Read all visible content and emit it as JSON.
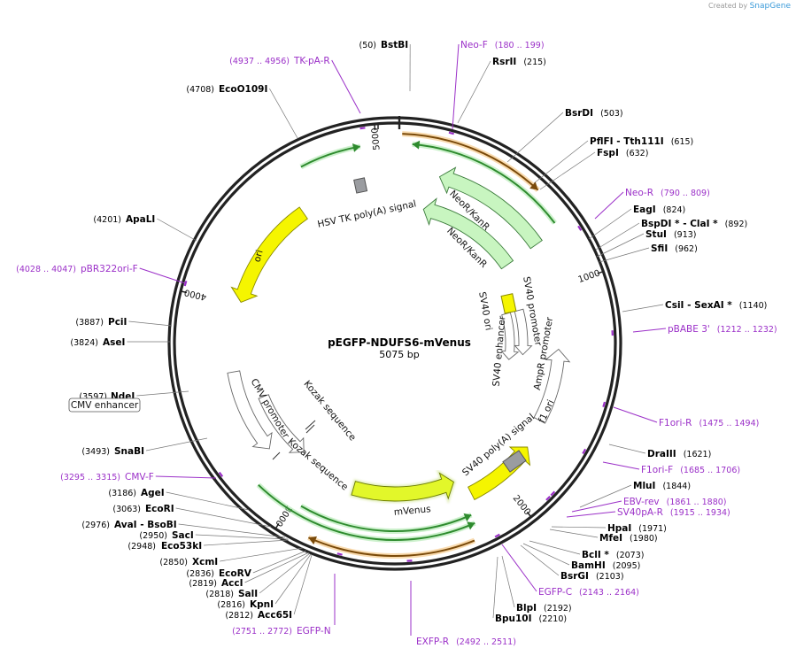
{
  "credit": {
    "prefix": "Created by",
    "brand": "SnapGene"
  },
  "plasmid": {
    "name": "pEGFP-NDUFS6-mVenus",
    "size_label": "5075 bp",
    "length": 5075
  },
  "ticks": [
    {
      "pos": 1000,
      "label": "1000"
    },
    {
      "pos": 2000,
      "label": "2000"
    },
    {
      "pos": 3000,
      "label": "3000"
    },
    {
      "pos": 4000,
      "label": "4000"
    },
    {
      "pos": 5000,
      "label": "5000"
    }
  ],
  "colors": {
    "primer": "#9b30c8",
    "ring": "#222222",
    "yellow": "#f5f500",
    "green_feature": "#c8f5c0",
    "orange_highlight": "#f4b860",
    "gray_feature": "#9a9ca0"
  },
  "enzymes": [
    {
      "name": "BstBI",
      "pos": "(50)"
    },
    {
      "name": "RsrII",
      "pos": "(215)"
    },
    {
      "name": "BsrDI",
      "pos": "(503)"
    },
    {
      "name": "PflFI - Tth111I",
      "pos": "(615)"
    },
    {
      "name": "FspI",
      "pos": "(632)"
    },
    {
      "name": "EagI",
      "pos": "(824)"
    },
    {
      "name": "BspDI * - ClaI *",
      "pos": "(892)"
    },
    {
      "name": "StuI",
      "pos": "(913)"
    },
    {
      "name": "SfiI",
      "pos": "(962)"
    },
    {
      "name": "CsiI - SexAI *",
      "pos": "(1140)"
    },
    {
      "name": "DraIII",
      "pos": "(1621)"
    },
    {
      "name": "MluI",
      "pos": "(1844)"
    },
    {
      "name": "HpaI",
      "pos": "(1971)"
    },
    {
      "name": "MfeI",
      "pos": "(1980)"
    },
    {
      "name": "BclI *",
      "pos": "(2073)"
    },
    {
      "name": "BamHI",
      "pos": "(2095)"
    },
    {
      "name": "BsrGI",
      "pos": "(2103)"
    },
    {
      "name": "BlpI",
      "pos": "(2192)"
    },
    {
      "name": "Bpu10I",
      "pos": "(2210)"
    },
    {
      "name": "Acc65I",
      "pos": "(2812)"
    },
    {
      "name": "KpnI",
      "pos": "(2816)"
    },
    {
      "name": "SalI",
      "pos": "(2818)"
    },
    {
      "name": "AccI",
      "pos": "(2819)"
    },
    {
      "name": "EcoRV",
      "pos": "(2836)"
    },
    {
      "name": "XcmI",
      "pos": "(2850)"
    },
    {
      "name": "Eco53kI",
      "pos": "(2948)"
    },
    {
      "name": "SacI",
      "pos": "(2950)"
    },
    {
      "name": "AvaI - BsoBI",
      "pos": "(2976)"
    },
    {
      "name": "EcoRI",
      "pos": "(3063)"
    },
    {
      "name": "AgeI",
      "pos": "(3186)"
    },
    {
      "name": "SnaBI",
      "pos": "(3493)"
    },
    {
      "name": "NdeI",
      "pos": "(3597)"
    },
    {
      "name": "AseI",
      "pos": "(3824)"
    },
    {
      "name": "PciI",
      "pos": "(3887)"
    },
    {
      "name": "ApaLI",
      "pos": "(4201)"
    },
    {
      "name": "EcoO109I",
      "pos": "(4708)"
    }
  ],
  "primers": [
    {
      "name": "Neo-F",
      "pos": "(180 .. 199)"
    },
    {
      "name": "Neo-R",
      "pos": "(790 .. 809)"
    },
    {
      "name": "pBABE 3'",
      "pos": "(1212 .. 1232)"
    },
    {
      "name": "F1ori-R",
      "pos": "(1475 .. 1494)"
    },
    {
      "name": "F1ori-F",
      "pos": "(1685 .. 1706)"
    },
    {
      "name": "EBV-rev",
      "pos": "(1861 .. 1880)"
    },
    {
      "name": "SV40pA-R",
      "pos": "(1915 .. 1934)"
    },
    {
      "name": "EGFP-C",
      "pos": "(2143 .. 2164)"
    },
    {
      "name": "EXFP-R",
      "pos": "(2492 .. 2511)"
    },
    {
      "name": "EGFP-N",
      "pos": "(2751 .. 2772)"
    },
    {
      "name": "CMV-F",
      "pos": "(3295 .. 3315)"
    },
    {
      "name": "pBR322ori-F",
      "pos": "(4028 .. 4047)"
    },
    {
      "name": "TK-pA-R",
      "pos": "(4937 .. 4956)"
    }
  ],
  "features": [
    {
      "name": "HSV TK poly(A) signal",
      "color": "#9a9ca0"
    },
    {
      "name": "ori",
      "color": "#f5f500"
    },
    {
      "name": "NeoR/KanR",
      "color": "#c8f5c0"
    },
    {
      "name": "NeoR/KanR",
      "color": "#c8f5c0"
    },
    {
      "name": "SV40 ori",
      "color": "#f5f500"
    },
    {
      "name": "SV40 promoter",
      "color": "#ffffff"
    },
    {
      "name": "SV40 enhancer",
      "color": "#ffffff"
    },
    {
      "name": "AmpR promoter",
      "color": "#ffffff"
    },
    {
      "name": "f1 ori",
      "color": "#f5f500"
    },
    {
      "name": "SV40 poly(A) signal",
      "color": "#9a9ca0"
    },
    {
      "name": "mVenus",
      "color": "#e2f72a"
    },
    {
      "name": "CMV promoter",
      "color": "#ffffff"
    },
    {
      "name": "Kozak sequence",
      "color": "#ffffff"
    },
    {
      "name": "Kozak sequence",
      "color": "#ffffff"
    }
  ],
  "boxed_label": "CMV enhancer"
}
